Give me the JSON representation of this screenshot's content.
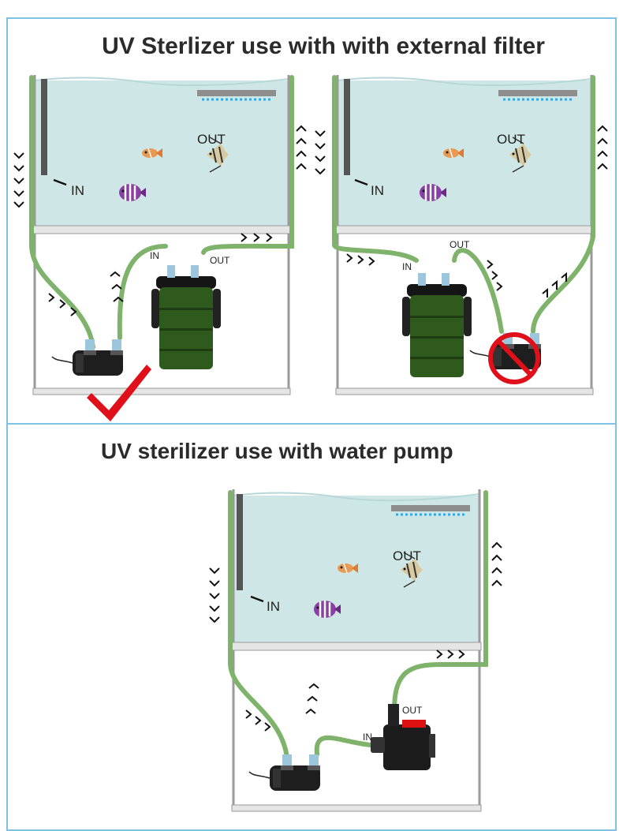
{
  "top_panel": {
    "title": "UV Sterlizer use with with external filter"
  },
  "bottom_panel": {
    "title": "UV sterilizer use with water pump"
  },
  "labels": {
    "in": "IN",
    "out": "OUT"
  },
  "colors": {
    "water": "#cfe6e6",
    "hose": "#7fb36b",
    "tank_frame": "#9a9a9a",
    "panel_border": "#7ec3e6",
    "checkmark": "#e0101a",
    "prohibit": "#e0101a",
    "filter_green": "#2f5a1e"
  },
  "icons": [
    "check-icon",
    "prohibited-icon",
    "flow-arrows-icon",
    "fish-icon"
  ]
}
